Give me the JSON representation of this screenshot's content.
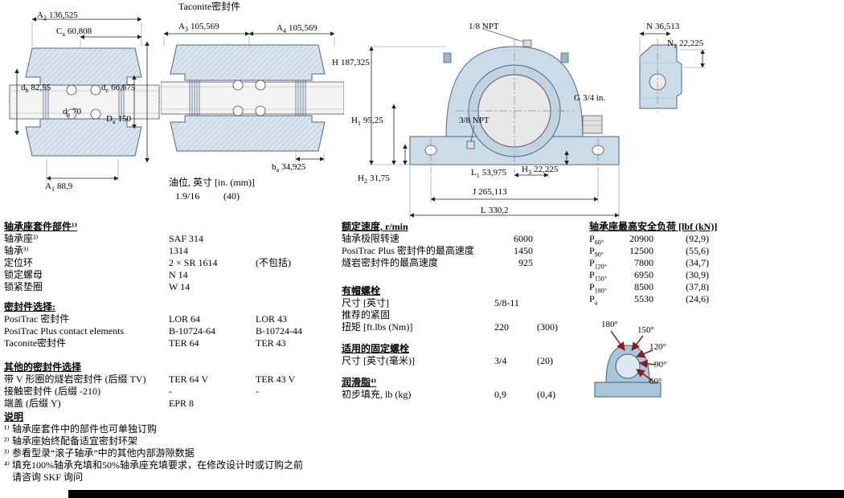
{
  "drawings": {
    "left": {
      "a2": {
        "n": "A",
        "s": "2",
        "v": "136,525"
      },
      "ca": {
        "n": "C",
        "s": "a",
        "v": "60,808"
      },
      "db": {
        "n": "d",
        "s": "b",
        "v": "82,55"
      },
      "da": {
        "n": "d",
        "s": "a",
        "v": "70"
      },
      "dc": {
        "n": "d",
        "s": "c",
        "v": "66,675"
      },
      "Da": {
        "n": "D",
        "s": "a",
        "v": "150"
      },
      "a1": {
        "n": "A",
        "s": "1",
        "v": "88,9"
      }
    },
    "middle": {
      "title": "Taconite密封件",
      "a3": {
        "n": "A",
        "s": "3",
        "v": "105,569"
      },
      "a4": {
        "n": "A",
        "s": "4",
        "v": "105,569"
      },
      "ba": {
        "n": "b",
        "s": "a",
        "v": "34,925"
      },
      "oil_label": "油位, 英寸 [in. (mm)]",
      "oil_v1": "1.9/16",
      "oil_v2": "(40)"
    },
    "front": {
      "npt_top": "1/8 NPT",
      "npt_side": "3/8 NPT",
      "g": {
        "n": "G",
        "s": "",
        "v": "3/4 in."
      },
      "H": {
        "n": "H",
        "s": "",
        "v": "187,325"
      },
      "H1": {
        "n": "H",
        "s": "1",
        "v": "95,25"
      },
      "H2": {
        "n": "H",
        "s": "2",
        "v": "31,75"
      },
      "H3": {
        "n": "H",
        "s": "3",
        "v": "22,225"
      },
      "L1": {
        "n": "L",
        "s": "1",
        "v": "53,975"
      },
      "J": {
        "n": "J",
        "s": "",
        "v": "265,113"
      },
      "L": {
        "n": "L",
        "s": "",
        "v": "330,2"
      }
    },
    "side": {
      "N": {
        "n": "N",
        "s": "",
        "v": "36,513"
      },
      "N1": {
        "n": "N",
        "s": "1",
        "v": "22,225"
      }
    }
  },
  "parts": {
    "title": "轴承座套件部件¹⁾",
    "rows": [
      {
        "label": "轴承座²⁾",
        "v1": "SAF 314",
        "v2": ""
      },
      {
        "label": "轴承³⁾",
        "v1": "1314",
        "v2": ""
      },
      {
        "label": "定位环",
        "v1": "2 × SR 1614",
        "v2": "(不包括)"
      },
      {
        "label": "锁定螺母",
        "v1": "N 14",
        "v2": ""
      },
      {
        "label": "锁紧垫圈",
        "v1": "W 14",
        "v2": ""
      }
    ],
    "seals_title": "密封件选择:",
    "seal_rows": [
      {
        "label": "PosiTrac 密封件",
        "v1": "LOR 64",
        "v2": "LOR 43"
      },
      {
        "label": "PosiTrac Plus contact elements",
        "v1": "B-10724-64",
        "v2": "B-10724-44"
      },
      {
        "label": "Taconite密封件",
        "v1": "TER 64",
        "v2": "TER 43"
      }
    ],
    "other_title": "其他的密封件选择",
    "other_rows": [
      {
        "label": "带 V 形圈的燧岩密封件 (后缀 TV)",
        "v1": "TER 64 V",
        "v2": "TER 43 V"
      },
      {
        "label": "接触密封件 (后缀 -210)",
        "v1": "-",
        "v2": "-"
      },
      {
        "label": "端盖 (后缀 Y)",
        "v1": "EPR 8",
        "v2": ""
      }
    ]
  },
  "speeds": {
    "title": "额定速度, r/min",
    "rows": [
      {
        "label": "轴承极限转速",
        "v1": "6000",
        "v2": ""
      },
      {
        "label": "PosiTrac Plus 密封件的最高速度",
        "v1": "1450",
        "v2": ""
      },
      {
        "label": "燧岩密封件的最高速度",
        "v1": "925",
        "v2": ""
      }
    ],
    "capbolt_title": "有帽螺栓",
    "capbolt_rows": [
      {
        "label": "尺寸 [英寸]",
        "v1": "5/8-11",
        "v2": ""
      },
      {
        "label": "推荐的紧固",
        "v1": "",
        "v2": ""
      },
      {
        "label": "扭矩 [ft.lbs (Nm)]",
        "v1": "220",
        "v2": "(300)"
      }
    ],
    "fixbolt_title": "适用的固定螺栓",
    "fixbolt_rows": [
      {
        "label": "尺寸 [英寸(毫米)]",
        "v1": "3/4",
        "v2": "(20)"
      }
    ],
    "grease_title": "润滑脂⁴⁾",
    "grease_rows": [
      {
        "label": "初步填充, lb (kg)",
        "v1": "0,9",
        "v2": "(0,4)"
      }
    ]
  },
  "loads": {
    "title": "轴承座最高安全负荷 [lbf (kN)]",
    "rows": [
      {
        "n": "P",
        "s": "60°",
        "v1": "20900",
        "v2": "(92,9)"
      },
      {
        "n": "P",
        "s": "90°",
        "v1": "12500",
        "v2": "(55,6)"
      },
      {
        "n": "P",
        "s": "120°",
        "v1": "7800",
        "v2": "(34,7)"
      },
      {
        "n": "P",
        "s": "150°",
        "v1": "6950",
        "v2": "(30,9)"
      },
      {
        "n": "P",
        "s": "180°",
        "v1": "8500",
        "v2": "(37,8)"
      },
      {
        "n": "P",
        "s": "a",
        "v1": "5530",
        "v2": "(24,6)"
      }
    ],
    "angles": [
      "180°",
      "150°",
      "120°",
      "90°",
      "60°"
    ]
  },
  "notes": {
    "title": "说明",
    "items": [
      {
        "mark": "¹⁾",
        "text": "轴承座套件中的部件也可单独订购"
      },
      {
        "mark": "²⁾",
        "text": "轴承座始终配备适宜密封环架"
      },
      {
        "mark": "³⁾",
        "text": "参看型录“滚子轴承”中的其他内部游隙数据"
      },
      {
        "mark": "⁴⁾",
        "text": "填充100%轴承充填和50%轴承座充填要求，在修改设计时或订购之前"
      },
      {
        "mark": "",
        "text": "请咨询 SKF 询问"
      }
    ]
  }
}
